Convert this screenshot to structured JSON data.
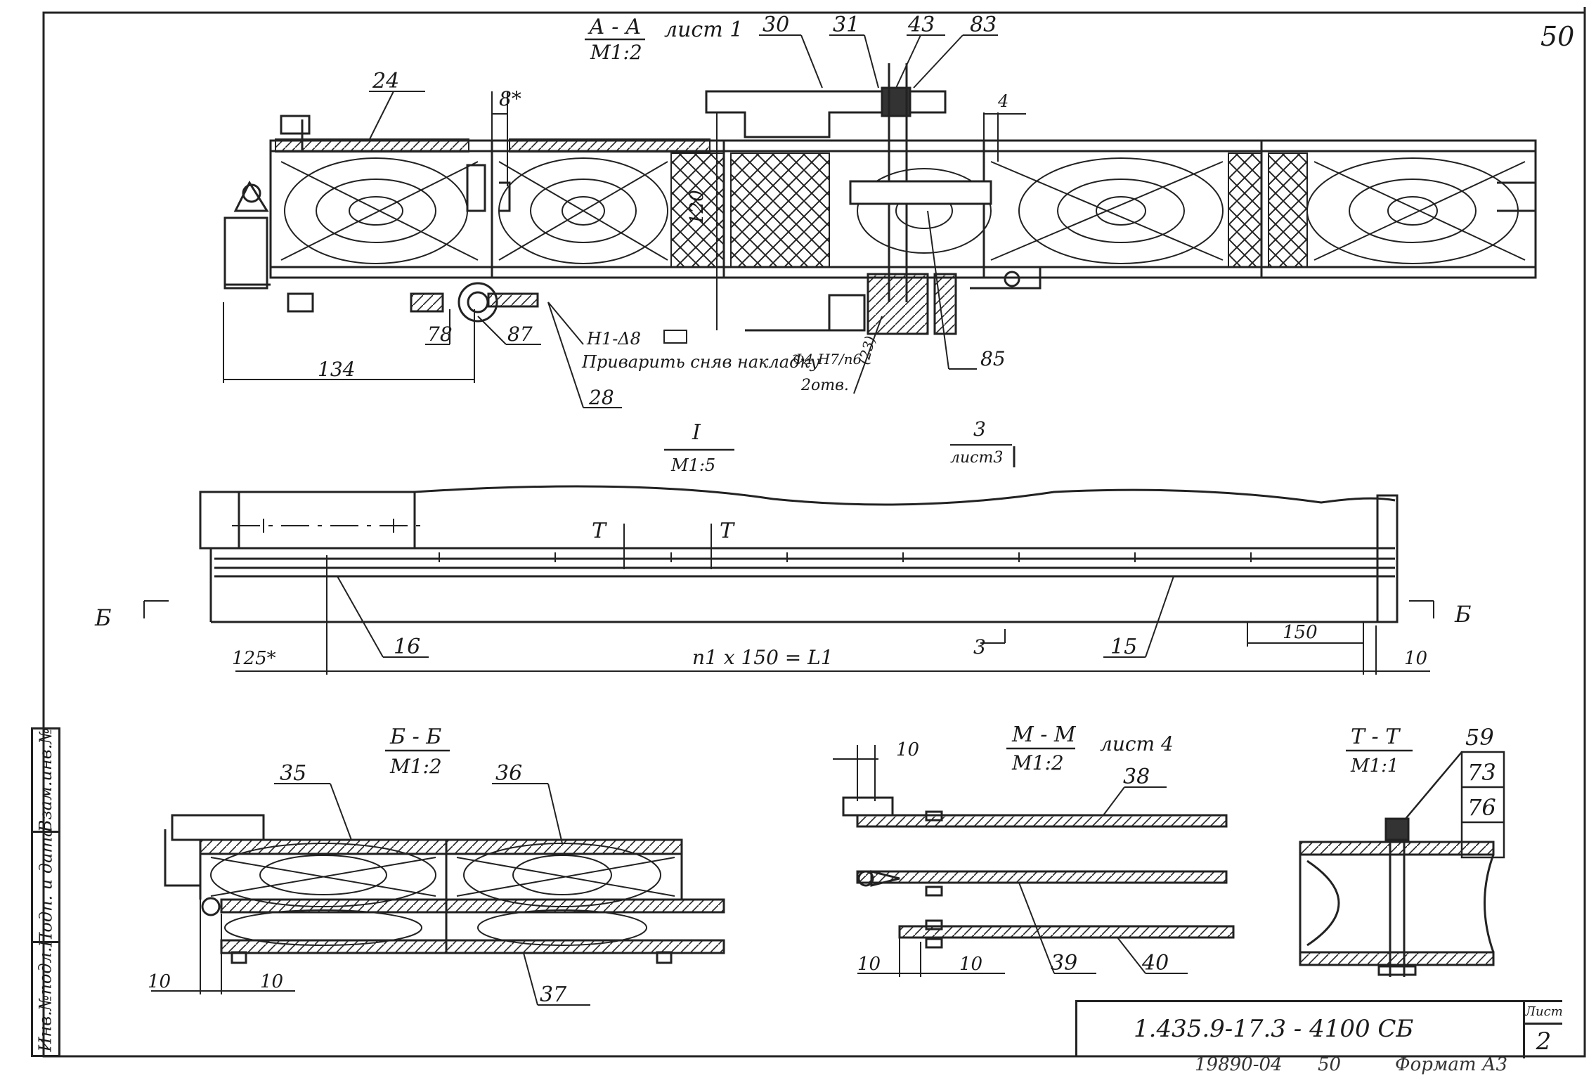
{
  "sheet": {
    "page_number": "50",
    "document_code": "1.435.9-17.3 - 4100 СБ",
    "list_header": "Лист",
    "list_number": "2",
    "archive_number": "19890-04",
    "bottom_page": "50",
    "format": "Формат А3"
  },
  "side_stamps": [
    "Инв.№подл.",
    "Подп. и дата",
    "Взам.инв.№"
  ],
  "view_aa": {
    "title": "А - А",
    "scale": "М1:2",
    "sheet_ref": "лист 1",
    "labels": {
      "p24": "24",
      "p30": "30",
      "p31": "31",
      "p43": "43",
      "p83": "83",
      "p78": "78",
      "p87": "87",
      "p28": "28",
      "p85": "85"
    },
    "dim_8": "8*",
    "dim_4": "4",
    "dim_120": "120",
    "dim_134": "134",
    "weld_symbol": "Н1-Δ8",
    "weld_note": "Приварить сняв накладку",
    "fit_note": "Ф4 Н7/n6",
    "holes_note": "2отв.",
    "fit_depth": "(23)"
  },
  "view_i": {
    "title": "I",
    "scale": "М1:5",
    "section_3_num": "3",
    "section_3_ref": "лист3",
    "section_t_left": "Т",
    "section_t_right": "Т",
    "section_b_left": "Б",
    "section_b_right": "Б",
    "label_16": "16",
    "label_15": "15",
    "section_3_lower": "3",
    "dim_125": "125*",
    "dim_formula": "n1 x 150 = L1",
    "dim_150": "150",
    "dim_10": "10"
  },
  "view_bb": {
    "title": "Б - Б",
    "scale": "М1:2",
    "label_35": "35",
    "label_36": "36",
    "label_37": "37",
    "dim_10_left": "10",
    "dim_10_right": "10"
  },
  "view_mm": {
    "title": "М - М",
    "scale": "М1:2",
    "sheet_ref": "лист 4",
    "label_38": "38",
    "label_39": "39",
    "label_40": "40",
    "dim_10_top": "10",
    "dim_10_bl": "10",
    "dim_10_br": "10"
  },
  "view_tt": {
    "title": "Т - Т",
    "scale": "М1:1",
    "label_59": "59",
    "label_73": "73",
    "label_76": "76"
  }
}
